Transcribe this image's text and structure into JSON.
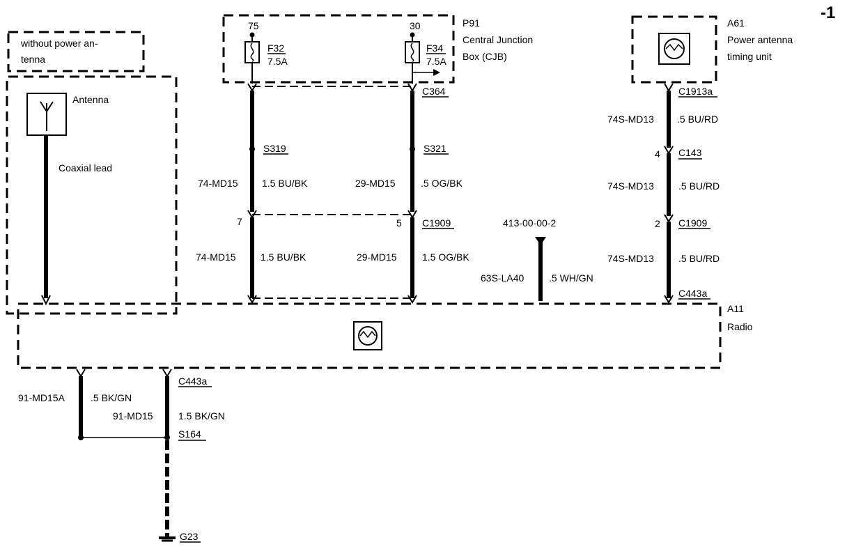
{
  "page_marker": "-1",
  "note_box": {
    "line1": "without power an-",
    "line2": "tenna"
  },
  "antenna": {
    "label": "Antenna",
    "lead": "Coaxial lead"
  },
  "cjb": {
    "label1": "P91",
    "label2": "Central Junction",
    "label3": "Box (CJB)"
  },
  "fuse1": {
    "pin": "75",
    "name": "F32",
    "rating": "7.5A"
  },
  "fuse2": {
    "pin": "30",
    "name": "F34",
    "rating": "7.5A"
  },
  "power_antenna": {
    "label1": "A61",
    "label2": "Power antenna",
    "label3": "timing unit"
  },
  "connectors": {
    "c364": "C364",
    "s319": "S319",
    "s321": "S321",
    "c1913a": "C1913a",
    "c143": "C143",
    "c1909_left": "C1909",
    "c1909_right": "C1909",
    "c443a_top": "C443a",
    "c443a_bottom": "C443a",
    "s164": "S164",
    "g23": "G23"
  },
  "pins": {
    "p7": "7",
    "p5": "5",
    "p4": "4",
    "p2": "2"
  },
  "wires": {
    "w1_top_code": "74-MD15",
    "w1_top_spec": "1.5 BU/BK",
    "w1_bot_code": "74-MD15",
    "w1_bot_spec": "1.5 BU/BK",
    "w2_top_code": "29-MD15",
    "w2_top_spec": ".5 OG/BK",
    "w2_bot_code": "29-MD15",
    "w2_bot_spec": "1.5 OG/BK",
    "w3_code": "63S-LA40",
    "w3_spec": ".5 WH/GN",
    "w4a_code": "74S-MD13",
    "w4a_spec": ".5 BU/RD",
    "w4b_code": "74S-MD13",
    "w4b_spec": ".5 BU/RD",
    "w4c_code": "74S-MD13",
    "w4c_spec": ".5 BU/RD",
    "g1_code": "91-MD15A",
    "g1_spec": ".5 BK/GN",
    "g2_code": "91-MD15",
    "g2_spec": "1.5 BK/GN"
  },
  "reference": "413-00-00-2",
  "radio": {
    "label1": "A11",
    "label2": "Radio"
  }
}
